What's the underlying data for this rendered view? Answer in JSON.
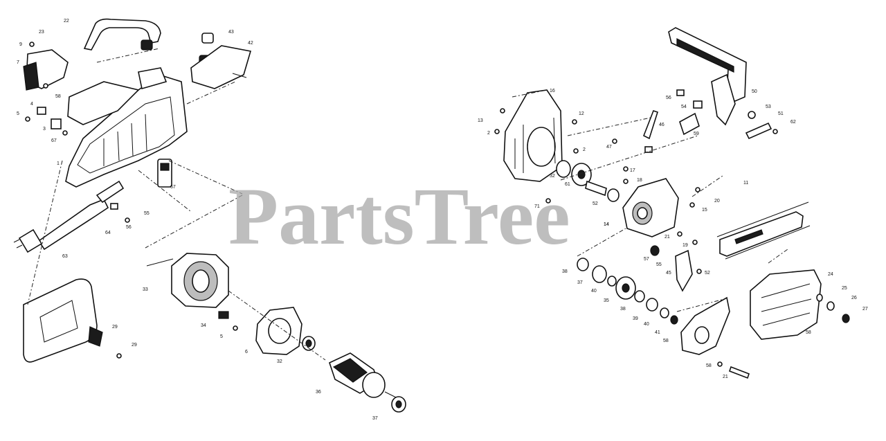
{
  "watermark": {
    "text": "PartsTree",
    "color": "#a8a8a8"
  },
  "callouts": [
    "22",
    "23",
    "9",
    "7",
    "43",
    "42",
    "58",
    "5",
    "4",
    "3",
    "67",
    "1",
    "67",
    "55",
    "56",
    "64",
    "63",
    "33",
    "34",
    "5",
    "29",
    "29",
    "6",
    "32",
    "36",
    "37",
    "16",
    "12",
    "13",
    "2",
    "2",
    "32",
    "61",
    "71",
    "52",
    "14",
    "46",
    "47",
    "50",
    "56",
    "54",
    "53",
    "51",
    "62",
    "59",
    "17",
    "18",
    "11",
    "20",
    "15",
    "21",
    "19",
    "14",
    "57",
    "55",
    "45",
    "52",
    "38",
    "37",
    "40",
    "35",
    "38",
    "39",
    "40",
    "41",
    "58",
    "24",
    "25",
    "26",
    "27",
    "58",
    "58",
    "21"
  ]
}
